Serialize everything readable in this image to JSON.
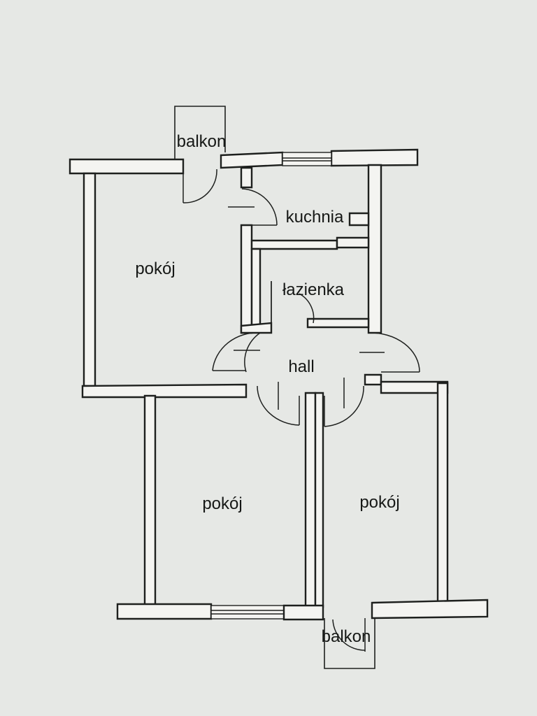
{
  "labels": {
    "balcony_top": "balkon",
    "kitchen": "kuchnia",
    "room_left": "pokój",
    "bathroom": "łazienka",
    "hall": "hall",
    "room_bottom_left": "pokój",
    "room_bottom_right": "pokój",
    "balcony_bottom": "balkon"
  },
  "colors": {
    "paper": "#e6e8e5",
    "ink": "#1e201e"
  }
}
